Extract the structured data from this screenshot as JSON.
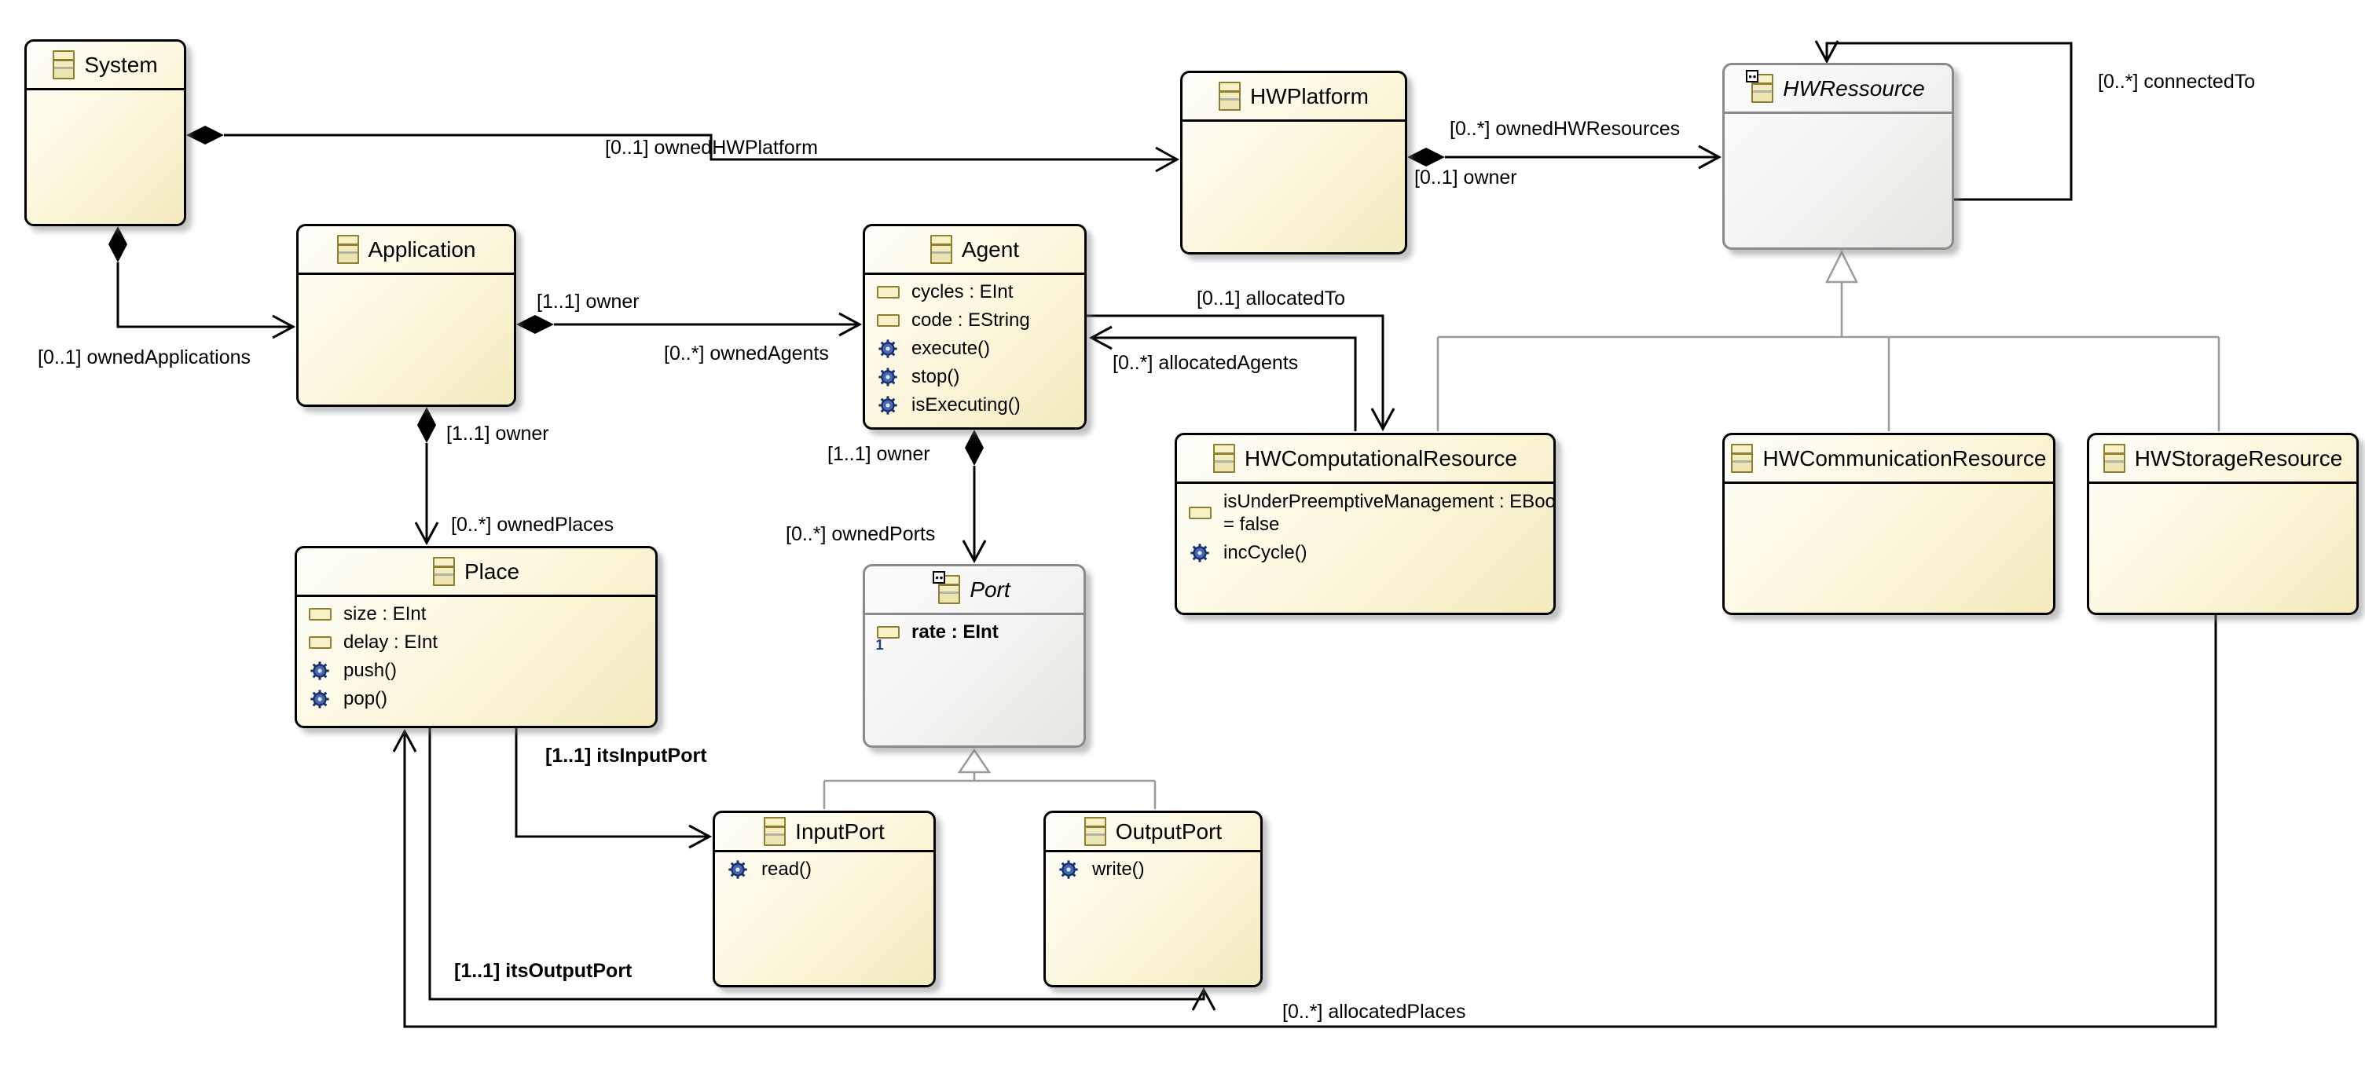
{
  "colors": {
    "class_fill": "#f3ebbd",
    "abstract_fill": "#e6e5e2",
    "class_border": "#000000",
    "abstract_border": "#8a8a8a",
    "icon_olive": "#8f7f33",
    "gear_blue": "#4a66b0",
    "generalization_gray": "#9b9b9b"
  },
  "classes": {
    "system": {
      "name": "System",
      "abstract": false,
      "attributes": [],
      "operations": []
    },
    "application": {
      "name": "Application",
      "abstract": false,
      "attributes": [],
      "operations": []
    },
    "agent": {
      "name": "Agent",
      "abstract": false,
      "attributes": [
        {
          "text": "cycles : EInt"
        },
        {
          "text": "code : EString"
        }
      ],
      "operations": [
        {
          "text": "execute()"
        },
        {
          "text": "stop()"
        },
        {
          "text": "isExecuting()"
        }
      ]
    },
    "hwplatform": {
      "name": "HWPlatform",
      "abstract": false,
      "attributes": [],
      "operations": []
    },
    "hwressource": {
      "name": "HWRessource",
      "abstract": true,
      "attributes": [],
      "operations": []
    },
    "hwcomputational": {
      "name": "HWComputationalResource",
      "abstract": false,
      "attributes": [
        {
          "text": "isUnderPreemptiveManagement : EBoolean = false",
          "line1": "isUnderPreemptiveManagement : EBoolean",
          "line2": "= false"
        }
      ],
      "operations": [
        {
          "text": "incCycle()"
        }
      ]
    },
    "hwcommunication": {
      "name": "HWCommunicationResource",
      "abstract": false,
      "attributes": [],
      "operations": []
    },
    "hwstorage": {
      "name": "HWStorageResource",
      "abstract": false,
      "attributes": [],
      "operations": []
    },
    "place": {
      "name": "Place",
      "abstract": false,
      "attributes": [
        {
          "text": "size : EInt"
        },
        {
          "text": "delay : EInt"
        }
      ],
      "operations": [
        {
          "text": "push()"
        },
        {
          "text": "pop()"
        }
      ]
    },
    "port": {
      "name": "Port",
      "abstract": true,
      "attributes": [
        {
          "text": "rate : EInt",
          "required": true
        }
      ],
      "operations": []
    },
    "inputport": {
      "name": "InputPort",
      "abstract": false,
      "attributes": [],
      "operations": [
        {
          "text": "read()"
        }
      ]
    },
    "outputport": {
      "name": "OutputPort",
      "abstract": false,
      "attributes": [],
      "operations": [
        {
          "text": "write()"
        }
      ]
    }
  },
  "edge_labels": {
    "ownedHWPlatform": {
      "text": "[0..1] ownedHWPlatform"
    },
    "ownedApplications": {
      "text": "[0..1] ownedApplications"
    },
    "owner_app_agent": {
      "text": "[1..1] owner"
    },
    "ownedAgents": {
      "text": "[0..*] ownedAgents"
    },
    "owner_app_place": {
      "text": "[1..1] owner"
    },
    "ownedPlaces": {
      "text": "[0..*] ownedPlaces"
    },
    "owner_agent_port": {
      "text": "[1..1] owner"
    },
    "ownedPorts": {
      "text": "[0..*] ownedPorts"
    },
    "ownedHWResources": {
      "text": "[0..*] ownedHWResources"
    },
    "owner_hwplatform": {
      "text": "[0..1] owner"
    },
    "allocatedTo": {
      "text": "[0..1] allocatedTo"
    },
    "allocatedAgents": {
      "text": "[0..*] allocatedAgents"
    },
    "connectedTo": {
      "text": "[0..*] connectedTo"
    },
    "itsInputPort": {
      "text": "[1..1] itsInputPort"
    },
    "itsOutputPort": {
      "text": "[1..1] itsOutputPort"
    },
    "allocatedPlaces": {
      "text": "[0..*] allocatedPlaces"
    }
  }
}
